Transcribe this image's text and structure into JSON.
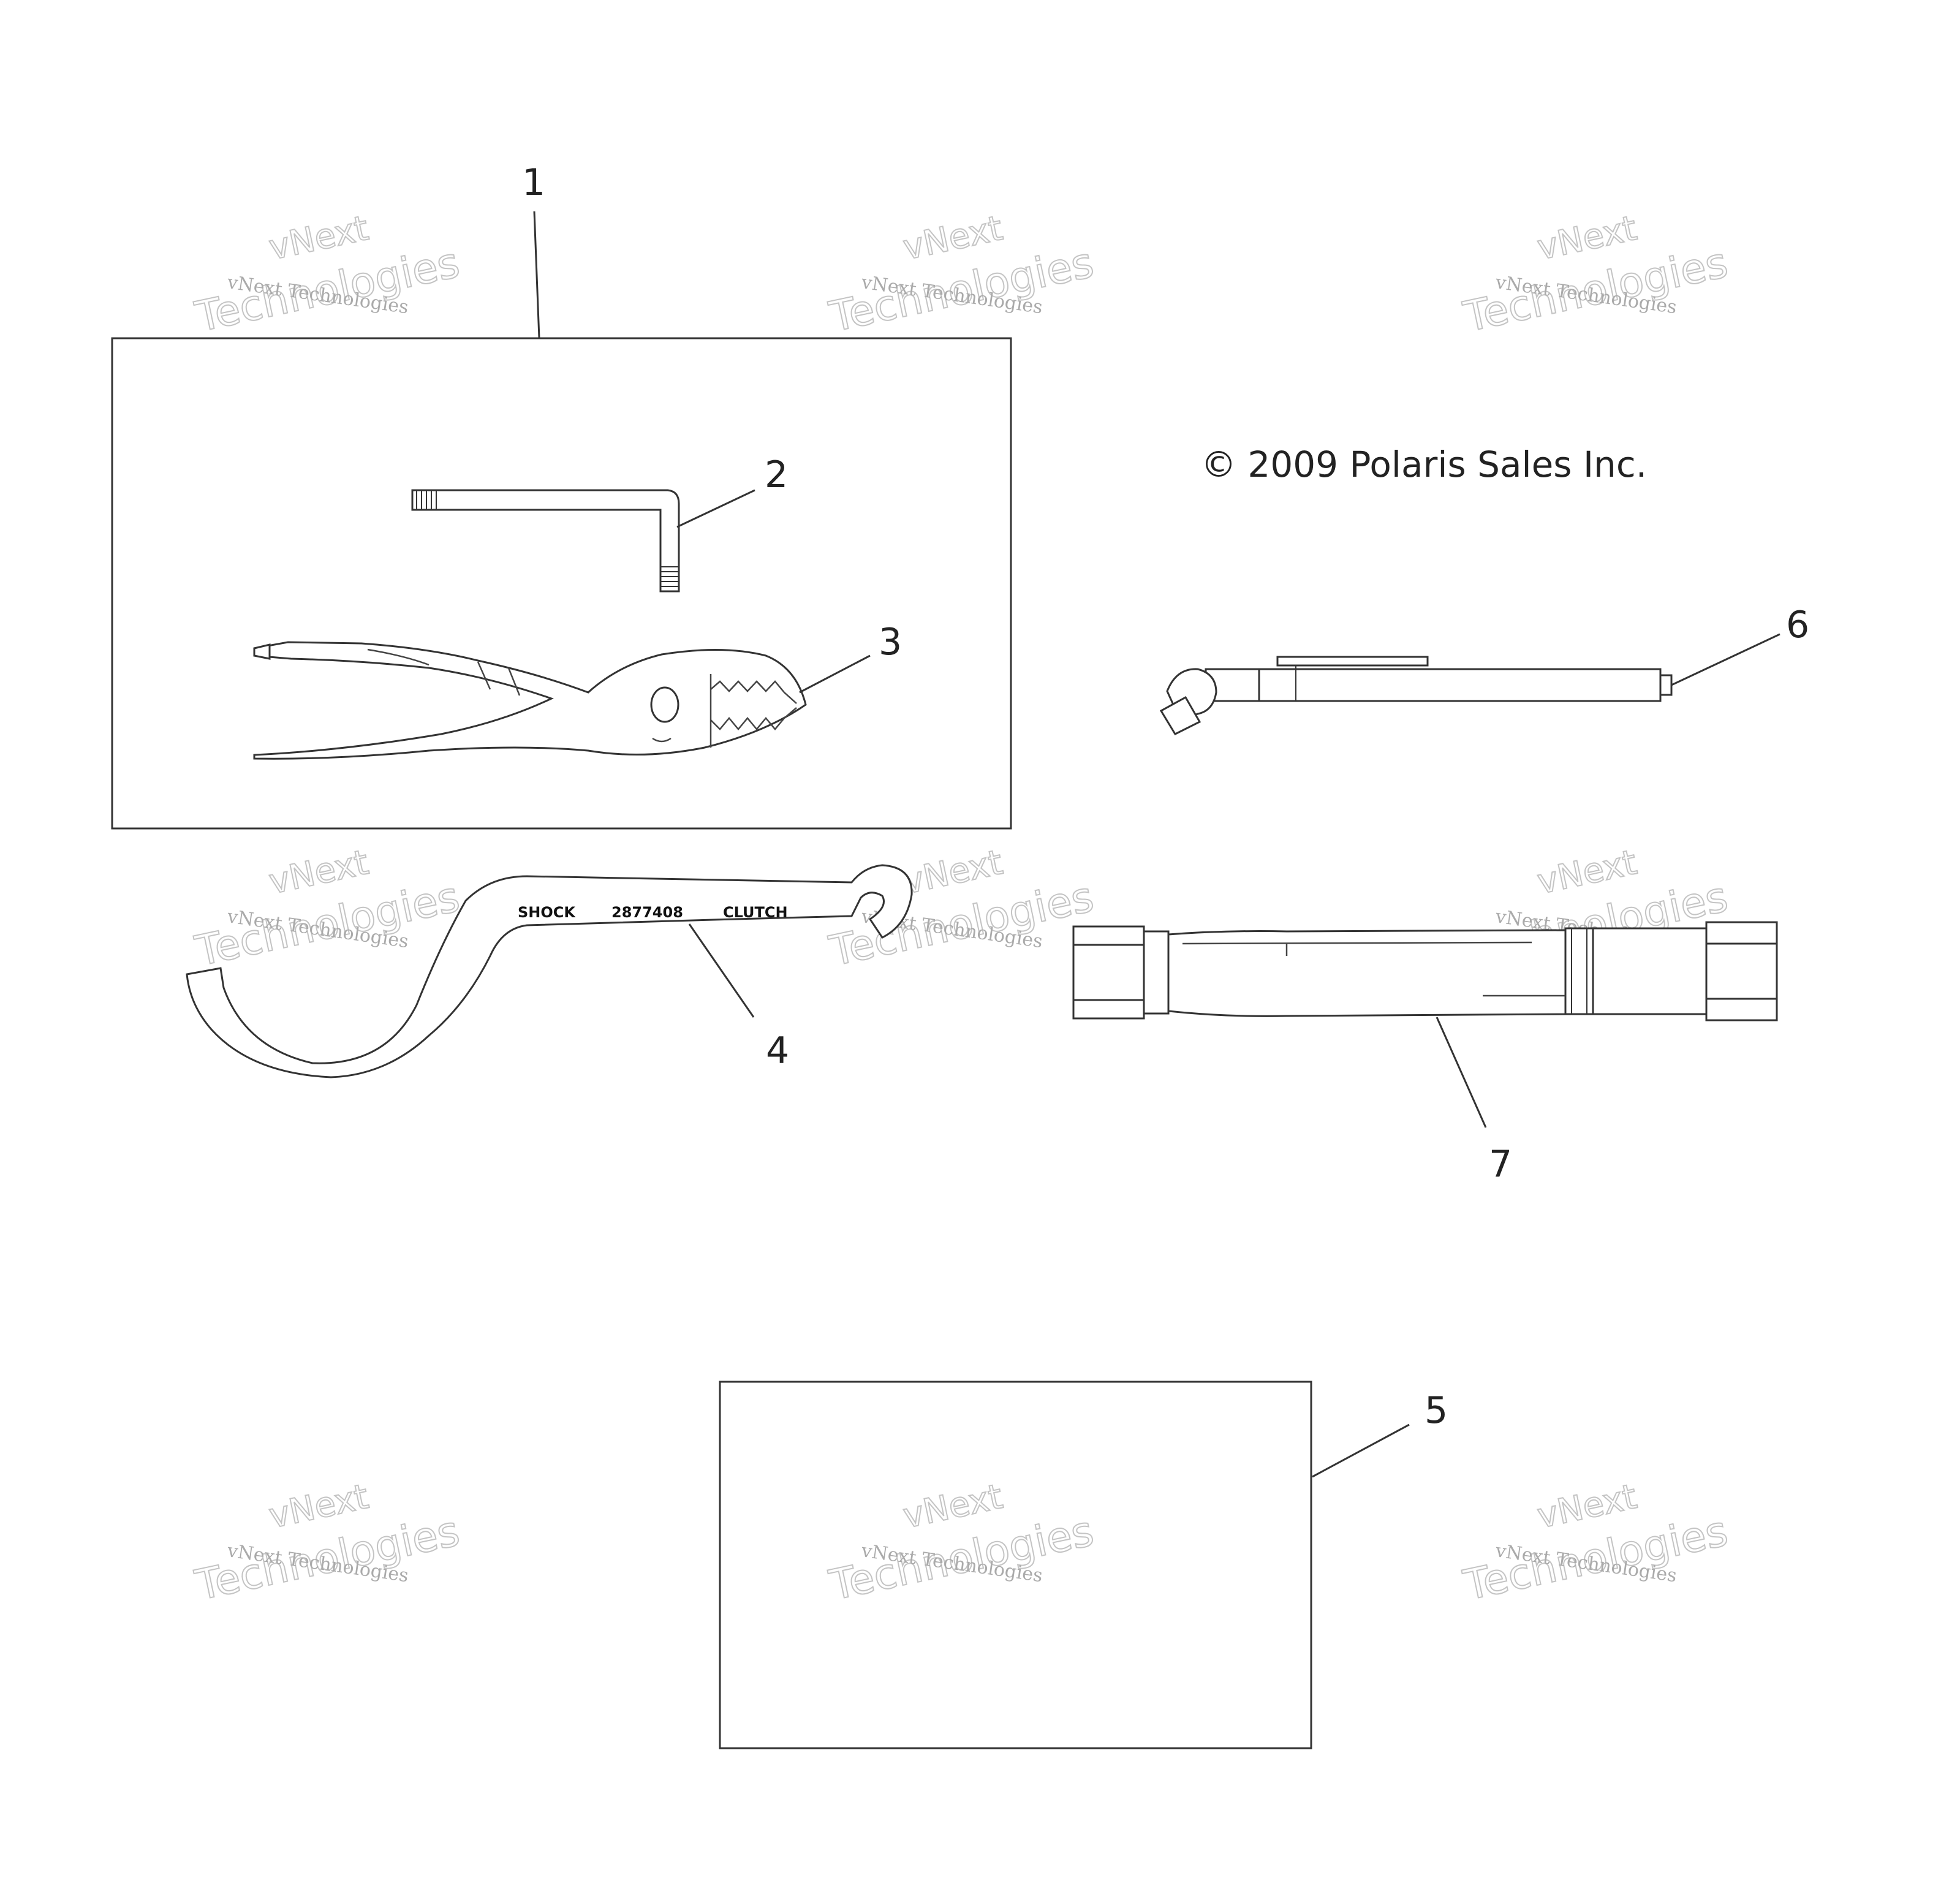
{
  "copyright": "© 2009 Polaris Sales Inc.",
  "callouts": [
    "1",
    "2",
    "3",
    "4",
    "5",
    "6",
    "7"
  ],
  "spanner_text": {
    "left": "SHOCK",
    "middle": "2877408",
    "right": "CLUTCH"
  },
  "watermark": {
    "line1": "vNext Technologies",
    "line2": "vNext",
    "line3": "Technologies"
  }
}
